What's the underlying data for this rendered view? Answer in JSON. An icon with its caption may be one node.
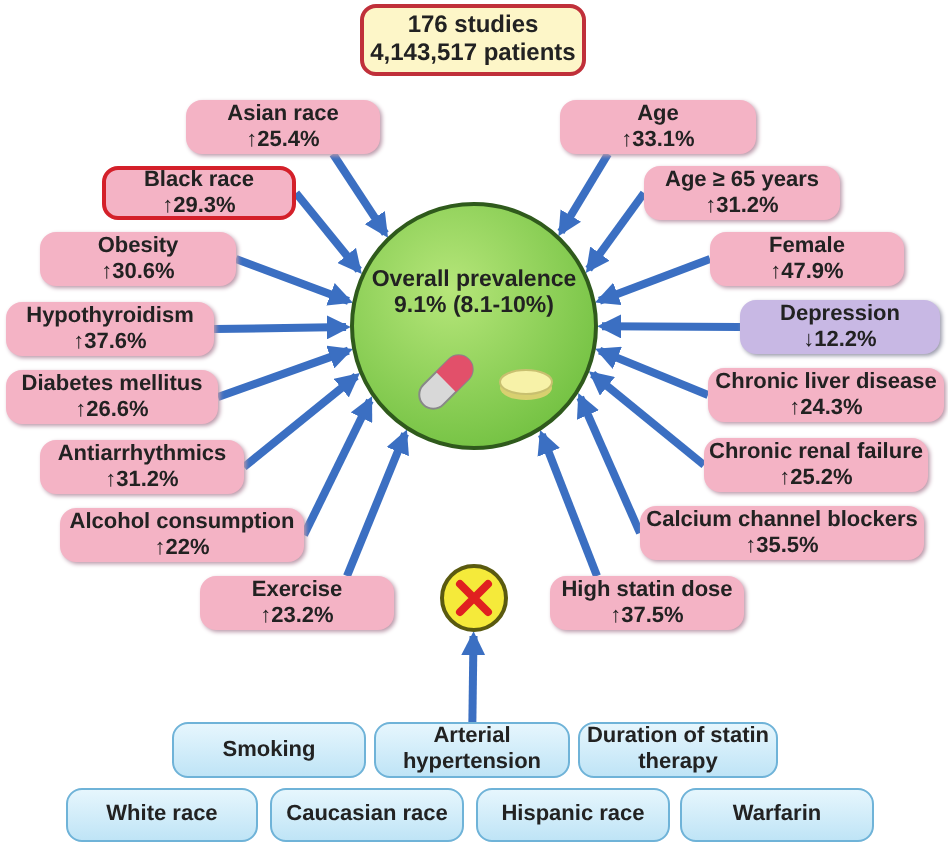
{
  "diagram": {
    "nodes": [
      {
        "text": [
          "176 studies 4,143,517 patients"
        ]
      },
      {
        "text": [
          "Overall prevalence",
          "9.1% (8.1-10%)"
        ]
      },
      {
        "text": [
          "Asian race",
          "↑25.4%"
        ]
      },
      {
        "text": [
          "Black race",
          "↑29.3%"
        ]
      },
      {
        "text": [
          "Obesity",
          "↑30.6%"
        ]
      },
      {
        "text": [
          "Hypothyroidism",
          "↑37.6%"
        ]
      },
      {
        "text": [
          "Diabetes mellitus",
          "↑26.6%"
        ]
      },
      {
        "text": [
          "Antiarrhythmics",
          "↑31.2%"
        ]
      },
      {
        "text": [
          "Alcohol consumption",
          "↑22%"
        ]
      },
      {
        "text": [
          "Exercise",
          "↑23.2%"
        ]
      },
      {
        "text": [
          "Age",
          "↑33.1%"
        ]
      },
      {
        "text": [
          "Age ≥ 65 years",
          "↑31.2%"
        ]
      },
      {
        "text": [
          "Female",
          "↑47.9%"
        ]
      },
      {
        "text": [
          "Depression",
          "↓12.2%"
        ]
      },
      {
        "text": [
          "Chronic liver disease",
          "↑24.3%"
        ]
      },
      {
        "text": [
          "Chronic renal failure",
          "↑25.2%"
        ]
      },
      {
        "text": [
          "Calcium channel blockers",
          "↑35.5%"
        ]
      },
      {
        "text": [
          "High statin dose",
          "↑37.5%"
        ]
      },
      {
        "text": [],
        "shape": "circle"
      },
      {
        "text": [
          "Smoking"
        ]
      },
      {
        "text": [
          "Arterial hypertension"
        ]
      },
      {
        "text": [
          "Duration of statin therapy"
        ]
      },
      {
        "text": [
          "White race"
        ]
      },
      {
        "text": [
          "Caucasian race"
        ]
      },
      {
        "text": [
          "Hispanic race"
        ]
      },
      {
        "text": [
          "Warfarin"
        ]
      }
    ],
    "edges": [
      {
        "from": 2,
        "to": 1,
        "arrow": "to"
      },
      {
        "from": 3,
        "to": 1,
        "arrow": "to"
      },
      {
        "from": 4,
        "to": 1,
        "arrow": "to"
      },
      {
        "from": 5,
        "to": 1,
        "arrow": "to"
      },
      {
        "from": 6,
        "to": 1,
        "arrow": "to"
      },
      {
        "from": 7,
        "to": 1,
        "arrow": "to"
      },
      {
        "from": 8,
        "to": 1,
        "arrow": "to"
      },
      {
        "from": 9,
        "to": 1,
        "arrow": "to"
      },
      {
        "from": 10,
        "to": 1,
        "arrow": "to"
      },
      {
        "from": 11,
        "to": 1,
        "arrow": "to"
      },
      {
        "from": 12,
        "to": 1,
        "arrow": "to"
      },
      {
        "from": 13,
        "to": 1,
        "arrow": "to"
      },
      {
        "from": 14,
        "to": 1,
        "arrow": "to"
      },
      {
        "from": 15,
        "to": 1,
        "arrow": "to"
      },
      {
        "from": 16,
        "to": 1,
        "arrow": "to"
      },
      {
        "from": 17,
        "to": 1,
        "arrow": "to"
      },
      {
        "from": 20,
        "to": 18,
        "arrow": "to"
      }
    ]
  }
}
